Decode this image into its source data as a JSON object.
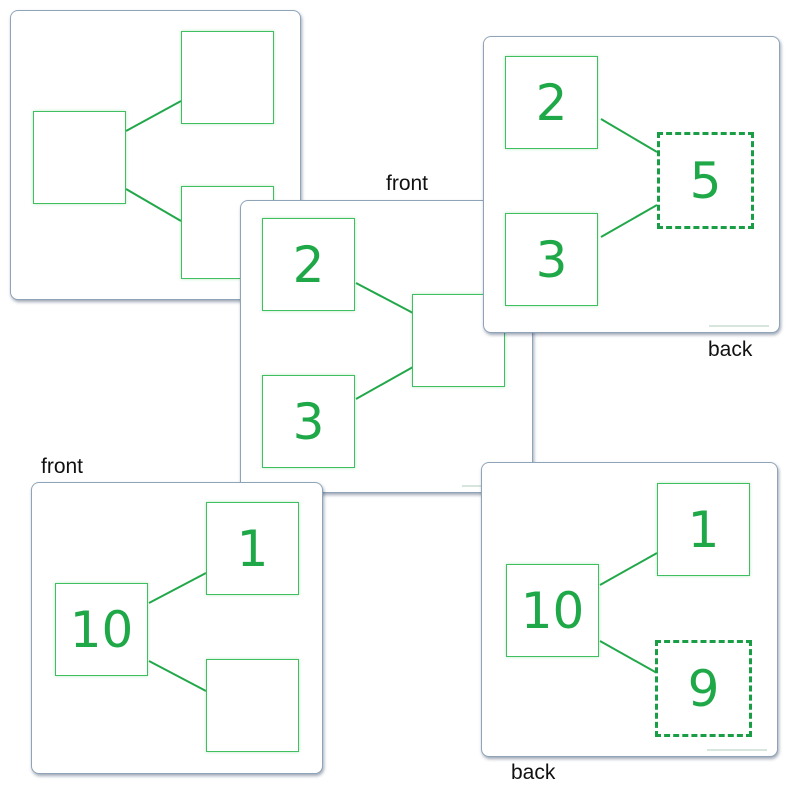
{
  "captions": {
    "front_top": "front",
    "back_top": "back",
    "front_bottom": "front",
    "back_bottom": "back"
  },
  "cards": {
    "blank": {
      "whole": "",
      "part_top": "",
      "part_bottom": ""
    },
    "addition_front": {
      "part_top": "2",
      "part_bottom": "3",
      "whole": ""
    },
    "addition_back": {
      "part_top": "2",
      "part_bottom": "3",
      "whole": "5"
    },
    "subtraction_front": {
      "whole": "10",
      "part_top": "1",
      "part_bottom": ""
    },
    "subtraction_back": {
      "whole": "10",
      "part_top": "1",
      "part_bottom": "9"
    }
  },
  "colors": {
    "line": "#22a84a",
    "digit": "#1fa848",
    "card_border": "#8fa4b8"
  }
}
